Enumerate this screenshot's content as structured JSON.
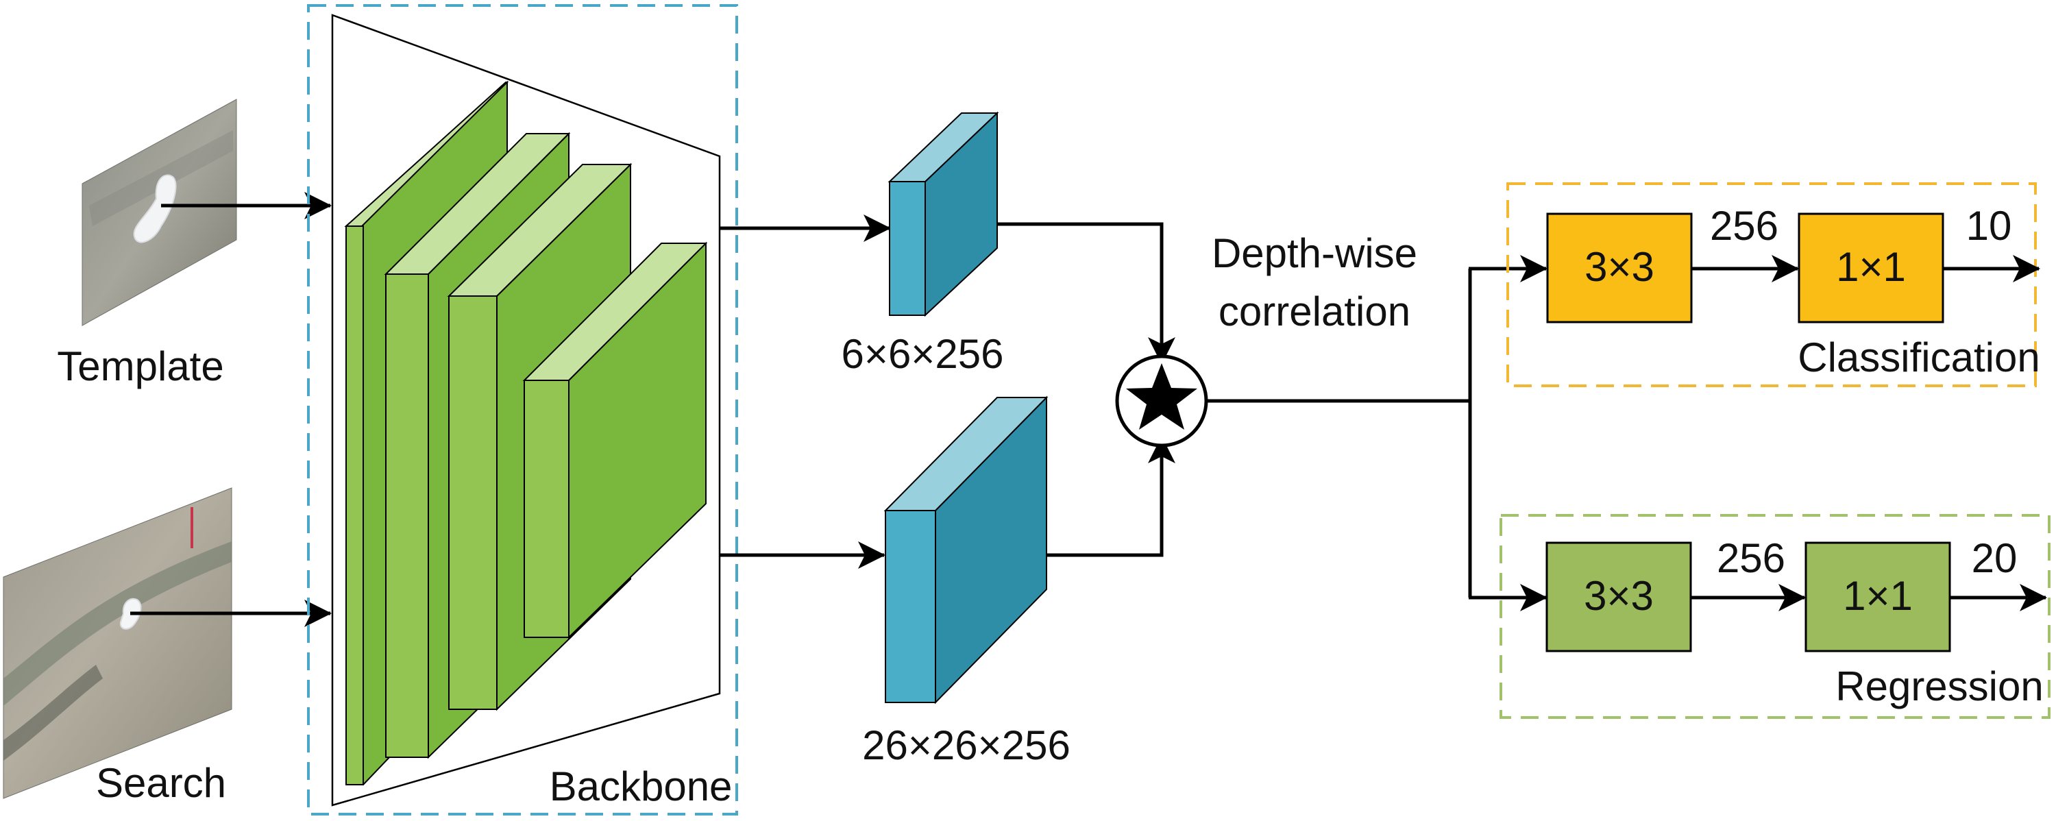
{
  "inputs": {
    "template_label": "Template",
    "search_label": "Search"
  },
  "backbone": {
    "label": "Backbone"
  },
  "features": {
    "template_dims": "6×6×256",
    "search_dims": "26×26×256"
  },
  "correlation": {
    "label_line1": "Depth-wise",
    "label_line2": "correlation"
  },
  "classification_head": {
    "label": "Classification",
    "conv1": "3×3",
    "channels": "256",
    "conv2": "1×1",
    "output": "10"
  },
  "regression_head": {
    "label": "Regression",
    "conv1": "3×3",
    "channels": "256",
    "conv2": "1×1",
    "output": "20"
  },
  "colors": {
    "backbone_border": "#4aa7c8",
    "layer_front": "#7ab83d",
    "layer_top": "#c5e2a0",
    "layer_side": "#92c552",
    "feature_front": "#4aaec8",
    "feature_top": "#98d0de",
    "feature_side": "#2e8ea8",
    "cls_border": "#f3b733",
    "cls_box": "#f9bd16",
    "reg_border": "#a2c16b",
    "reg_box": "#9bbb5c"
  }
}
